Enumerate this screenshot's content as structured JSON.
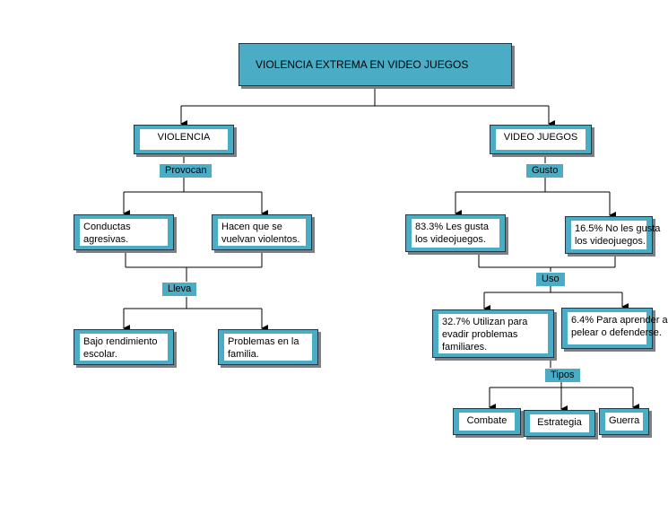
{
  "title": "VIOLENCIA EXTREMA EN VIDEO JUEGOS",
  "violencia": {
    "heading": "VIOLENCIA",
    "link_provocan": "Provocan",
    "conductas": [
      "Conductas",
      "agresivas."
    ],
    "hacen": [
      "Hacen que se",
      "vuelvan violentos."
    ],
    "link_lleva": "Lleva",
    "bajo": [
      "Bajo rendimiento",
      "escolar."
    ],
    "problemas": [
      "Problemas en la",
      "familia."
    ]
  },
  "videojuegos": {
    "heading": "VIDEO JUEGOS",
    "link_gusto": "Gusto",
    "gusta": [
      "83.3% Les gusta",
      "los videojuegos."
    ],
    "no_gusta": [
      "16.5% No les gusta",
      "los videojuegos."
    ],
    "link_uso": "Uso",
    "evadir": [
      "32.7% Utilizan para",
      "evadir problemas",
      "familiares."
    ],
    "aprender": [
      "6.4% Para aprender a",
      "pelear o defenderse."
    ],
    "link_tipos": "Tipos",
    "combate": "Combate",
    "estrategia": "Estrategia",
    "guerra": "Guerra"
  },
  "colors": {
    "box_fill": "#4bacc6",
    "border": "#1e3a4a",
    "shadow": "#7f7f7f"
  }
}
